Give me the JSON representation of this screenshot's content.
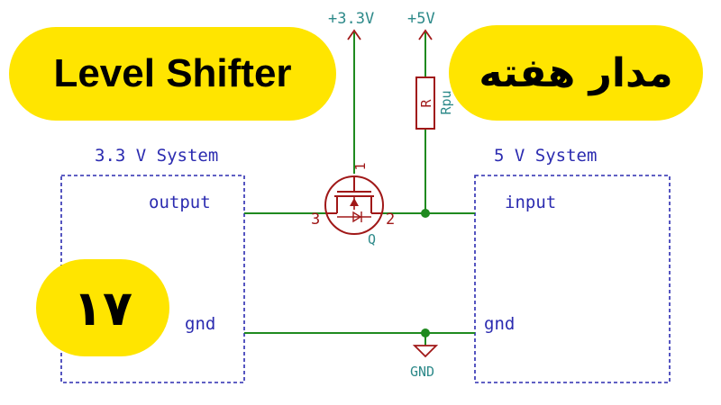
{
  "badges": {
    "title": "Level Shifter",
    "subtitle": "مدار هفته",
    "episode": "۱۷"
  },
  "schematic": {
    "left_block": {
      "title": "3.3 V System",
      "pin_top": "output",
      "pin_bottom": "gnd"
    },
    "right_block": {
      "title": "5 V System",
      "pin_top": "input",
      "pin_bottom": "gnd"
    },
    "supply_low": "+3.3V",
    "supply_high": "+5V",
    "resistor": {
      "ref": "R",
      "value": "Rpu"
    },
    "transistor": {
      "ref": "Q",
      "pin_gate": "1",
      "pin_drain": "2",
      "pin_source": "3"
    },
    "ground_label": "GND"
  },
  "colors": {
    "badge_fill": "#ffe500",
    "wire": "#1f8a1f",
    "block_border": "#2b2bb0",
    "block_text": "#2b2bb0",
    "part_outline": "#a01818",
    "part_text": "#a01818",
    "power_text": "#2e8a8a"
  }
}
